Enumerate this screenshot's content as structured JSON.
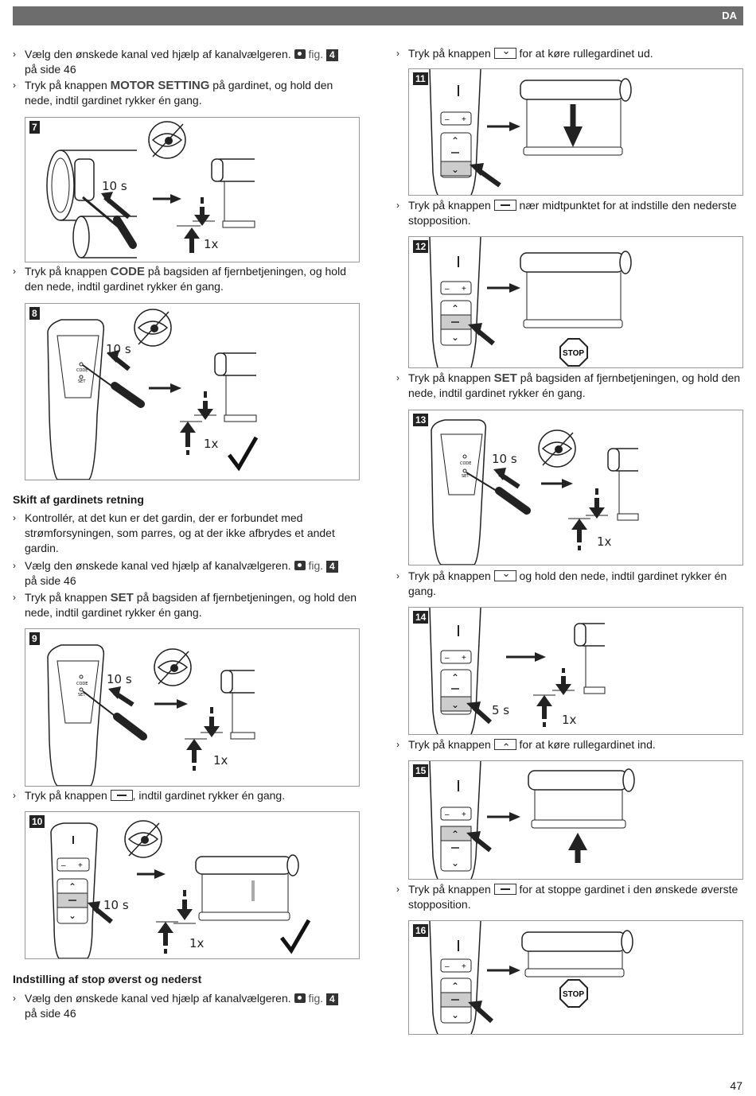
{
  "header": {
    "lang": "DA"
  },
  "left": {
    "bullets_a": [
      {
        "pre": "Vælg den ønskede kanal ved hjælp af kanalvælgeren.",
        "fig_label": "fig.",
        "fig_num": "4",
        "post": "på side 46"
      },
      {
        "pre": "Tryk på knappen",
        "key": "MOTOR SETTING",
        "post": "på gardinet, og hold den nede, indtil gardinet rykker én gang."
      }
    ],
    "bullet_code": {
      "pre": "Tryk på knappen",
      "key": "CODE",
      "post": "på bagsiden af fjernbetjeningen, og hold den nede, indtil gardinet rykker én gang."
    },
    "section1_title": "Skift af gardinets retning",
    "bullets_b": [
      {
        "text": "Kontrollér, at det kun er det gardin, der er forbundet med strømforsyningen, som parres, og at der ikke afbrydes et andet gardin."
      },
      {
        "pre": "Vælg den ønskede kanal ved hjælp af kanalvælgeren.",
        "fig_label": "fig.",
        "fig_num": "4",
        "post": "på side 46"
      },
      {
        "pre": "Tryk på knappen",
        "key": "SET",
        "post": "på bagsiden af fjernbetjeningen, og hold den nede, indtil gardinet rykker én gang."
      }
    ],
    "bullet_minus": {
      "pre": "Tryk på knappen",
      "post": ", indtil gardinet rykker én gang."
    },
    "section2_title": "Indstilling af stop øverst og nederst",
    "bullet_last": {
      "pre": "Vælg den ønskede kanal ved hjælp af kanalvælgeren.",
      "fig_label": "fig.",
      "fig_num": "4",
      "post": "på side 46"
    }
  },
  "right": {
    "b11": {
      "pre": "Tryk på knappen",
      "post": "for at køre rullegardinet ud."
    },
    "b12": {
      "pre": "Tryk på knappen",
      "post": "nær midtpunktet for at indstille den nederste stopposition."
    },
    "b13": {
      "pre": "Tryk på knappen",
      "key": "SET",
      "post": "på bagsiden af fjernbetjeningen, og hold den nede, indtil gardinet rykker én gang."
    },
    "b14": {
      "pre": "Tryk på knappen",
      "post": "og hold den nede, indtil gardinet rykker én gang."
    },
    "b15": {
      "pre": "Tryk på knappen",
      "post": "for at køre rullegardinet ind."
    },
    "b16": {
      "pre": "Tryk på knappen",
      "post": "for at stoppe gardinet i den ønskede øverste stopposition."
    }
  },
  "figures": {
    "f7": {
      "num": "7",
      "time": "10 s",
      "count": "1x"
    },
    "f8": {
      "num": "8",
      "time": "10 s",
      "count": "1x",
      "code": "CODE",
      "set": "SET"
    },
    "f9": {
      "num": "9",
      "time": "10 s",
      "count": "1x",
      "code": "CODE",
      "set": "SET"
    },
    "f10": {
      "num": "10",
      "time": "10 s",
      "count": "1x"
    },
    "f11": {
      "num": "11"
    },
    "f12": {
      "num": "12",
      "stop": "STOP"
    },
    "f13": {
      "num": "13",
      "time": "10 s",
      "count": "1x",
      "code": "CODE",
      "set": "SET"
    },
    "f14": {
      "num": "14",
      "time": "5 s",
      "count": "1x"
    },
    "f15": {
      "num": "15"
    },
    "f16": {
      "num": "16",
      "stop": "STOP"
    }
  },
  "page_number": "47"
}
